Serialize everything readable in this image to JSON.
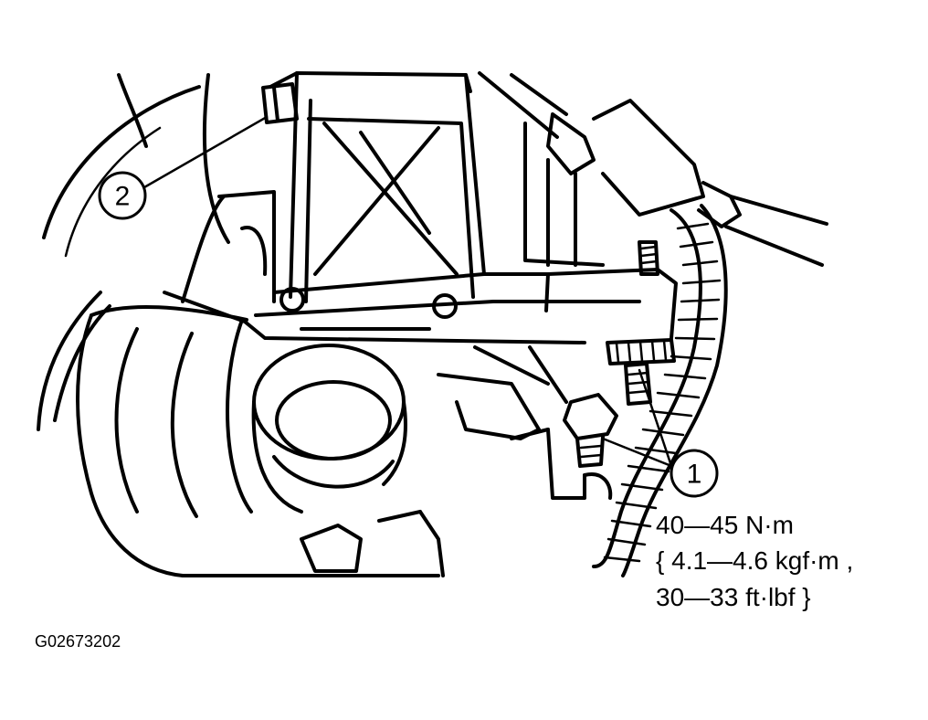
{
  "callouts": {
    "one": "1",
    "two": "2"
  },
  "torque_spec": {
    "line1": "40—45 N·m",
    "line2": "{ 4.1—4.6 kgf·m ,",
    "line3": "30—33 ft·lbf }"
  },
  "figure_code": "G02673202",
  "colors": {
    "ink": "#000000",
    "paper": "#ffffff"
  }
}
